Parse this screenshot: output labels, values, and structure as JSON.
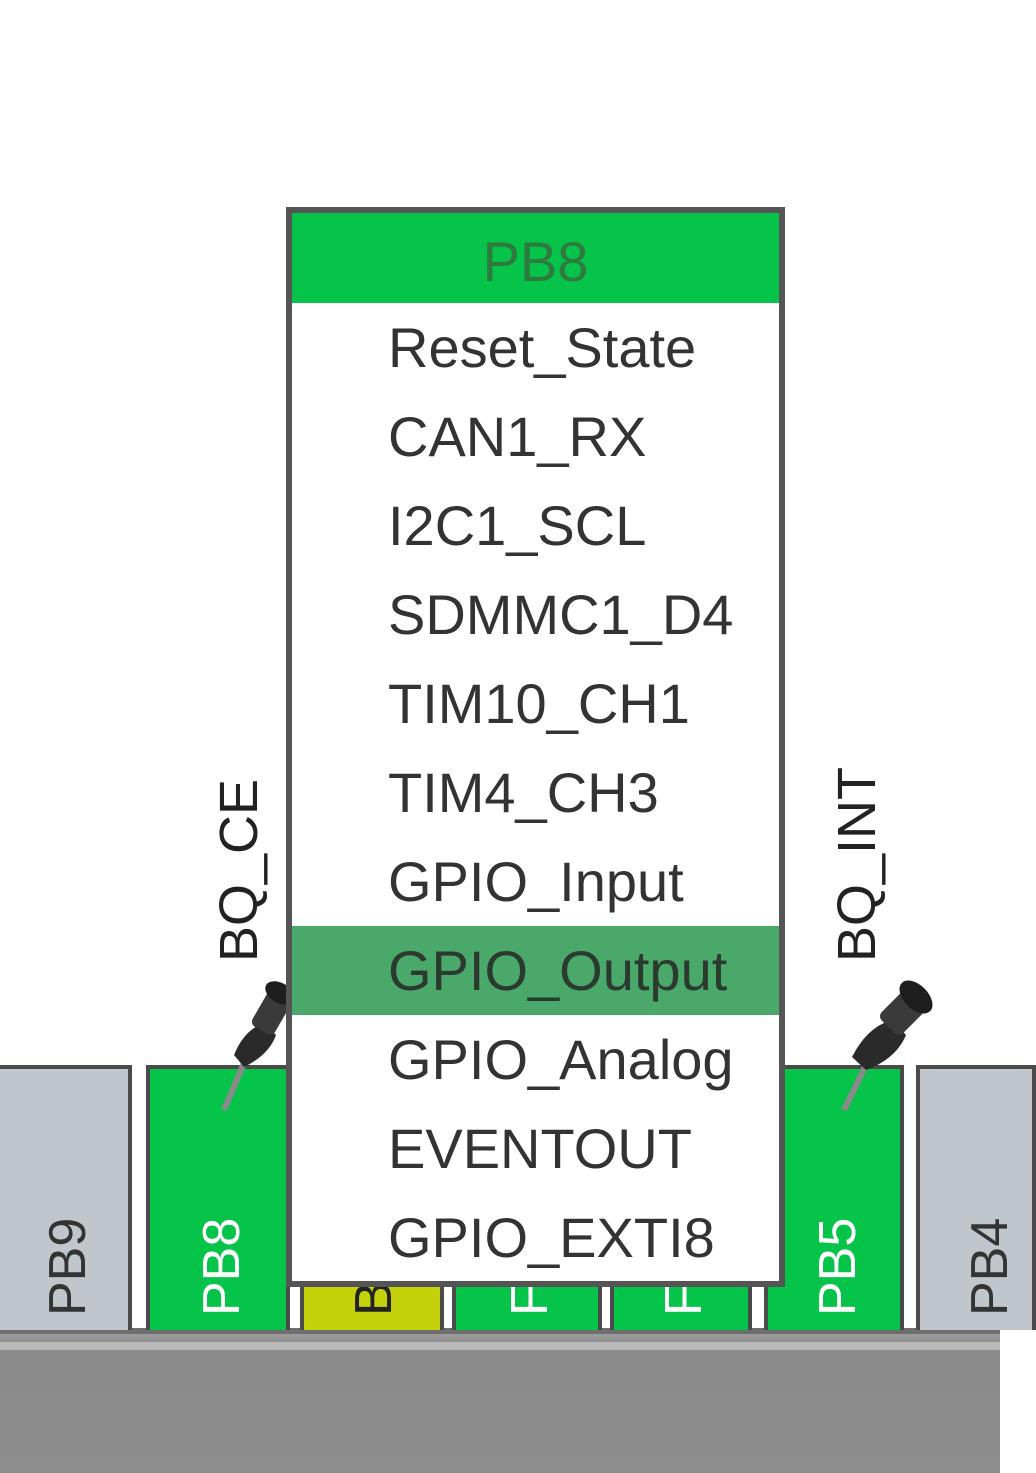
{
  "pins": [
    {
      "label": "PB9",
      "color": "gray"
    },
    {
      "label": "PB8",
      "color": "green"
    },
    {
      "label": "B",
      "color": "yellow"
    },
    {
      "label": "F",
      "color": "green"
    },
    {
      "label": "F",
      "color": "green"
    },
    {
      "label": "PB5",
      "color": "green"
    },
    {
      "label": "PB4",
      "color": "gray"
    }
  ],
  "signals": {
    "left": "BQ_CE",
    "right": "BQ_INT"
  },
  "popup": {
    "title": "PB8",
    "items": [
      {
        "label": "Reset_State"
      },
      {
        "label": "CAN1_RX"
      },
      {
        "label": "I2C1_SCL"
      },
      {
        "label": "SDMMC1_D4"
      },
      {
        "label": "TIM10_CH1"
      },
      {
        "label": "TIM4_CH3"
      },
      {
        "label": "GPIO_Input"
      },
      {
        "label": "GPIO_Output",
        "selected": true
      },
      {
        "label": "GPIO_Analog"
      },
      {
        "label": "EVENTOUT"
      },
      {
        "label": "GPIO_EXTI8"
      }
    ]
  },
  "colors": {
    "pin_green": "#06c44a",
    "pin_gray": "#c0c6cc",
    "pin_yellow": "#c3d20a",
    "selected_item": "#4aa86a"
  }
}
